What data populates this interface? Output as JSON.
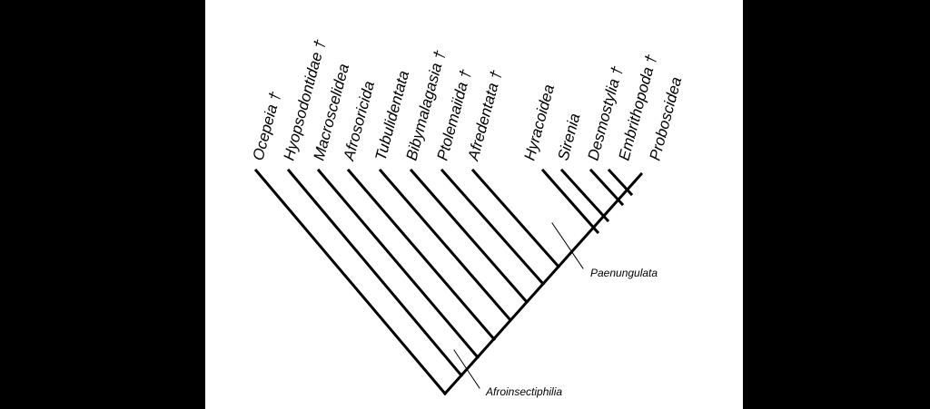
{
  "taxa": [
    "Ocepeia †",
    "Hyopsodontidae †",
    "Macroscelidea",
    "Afrosoricida",
    "Tubulidentata",
    "Bibymalagasia †",
    "Ptolemaiida †",
    "Afredentata †",
    "Hyracoidea",
    "Sirenia",
    "Desmostylia †",
    "Embrithopoda †",
    "Proboscidea"
  ],
  "clades": {
    "afroinsectiphilia": "Afroinsectiphilia",
    "paenungulata": "Paenungulata"
  },
  "colors": {
    "background": "#000000",
    "panel": "#ffffff",
    "ink": "#000000"
  }
}
